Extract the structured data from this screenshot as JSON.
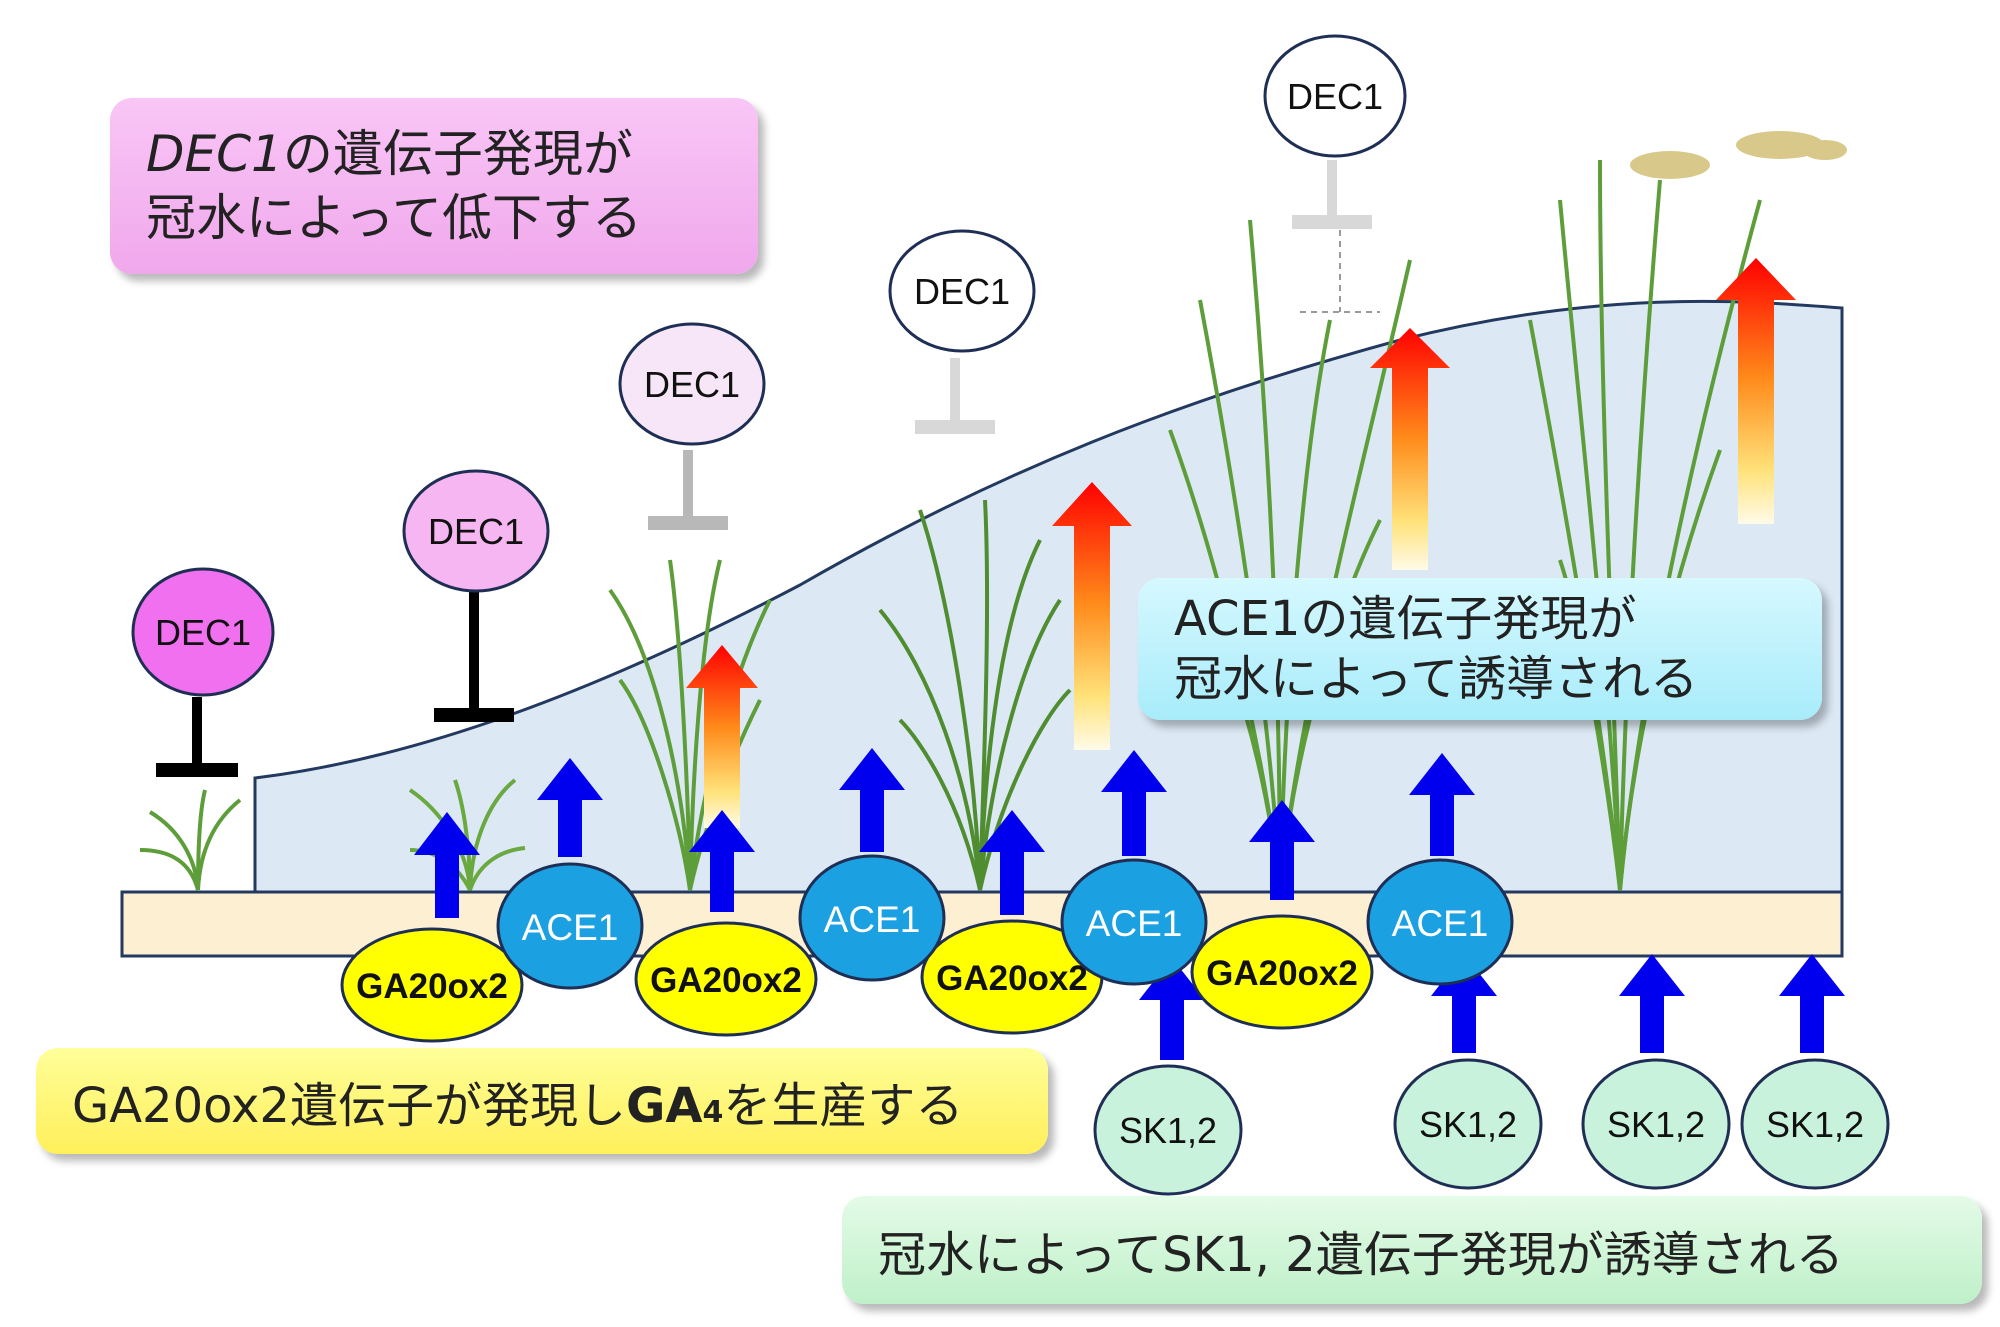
{
  "labels": {
    "dec1": "DEC1",
    "ace1": "ACE1",
    "ga20ox2": "GA20ox2",
    "sk": "SK1,2"
  },
  "callouts": {
    "dec1": {
      "gene": "DEC1",
      "line1_rest": "の遺伝子発現が",
      "line2": "冠水によって低下する"
    },
    "ace1": {
      "line1": "ACE1の遺伝子発現が",
      "line2": "冠水によって誘導される"
    },
    "ga": {
      "pre": "GA20ox2遺伝子が発現し",
      "ga": "GA",
      "ga_sub": "4",
      "post": "を生産する"
    },
    "sk": {
      "text": "冠水によってSK1, 2遺伝子発現が誘導される"
    }
  },
  "colors": {
    "water": "#dce9f5",
    "soil": "#fdf0d2",
    "ace1": "#1ba1e2",
    "ga20ox2": "#ffff00",
    "sk": "#c9f2dc",
    "blue_arrow": "#0000ee",
    "red_arrow": "#ff0000",
    "dec1_strong": "#f070f0",
    "plant": "#5e9e3a"
  }
}
